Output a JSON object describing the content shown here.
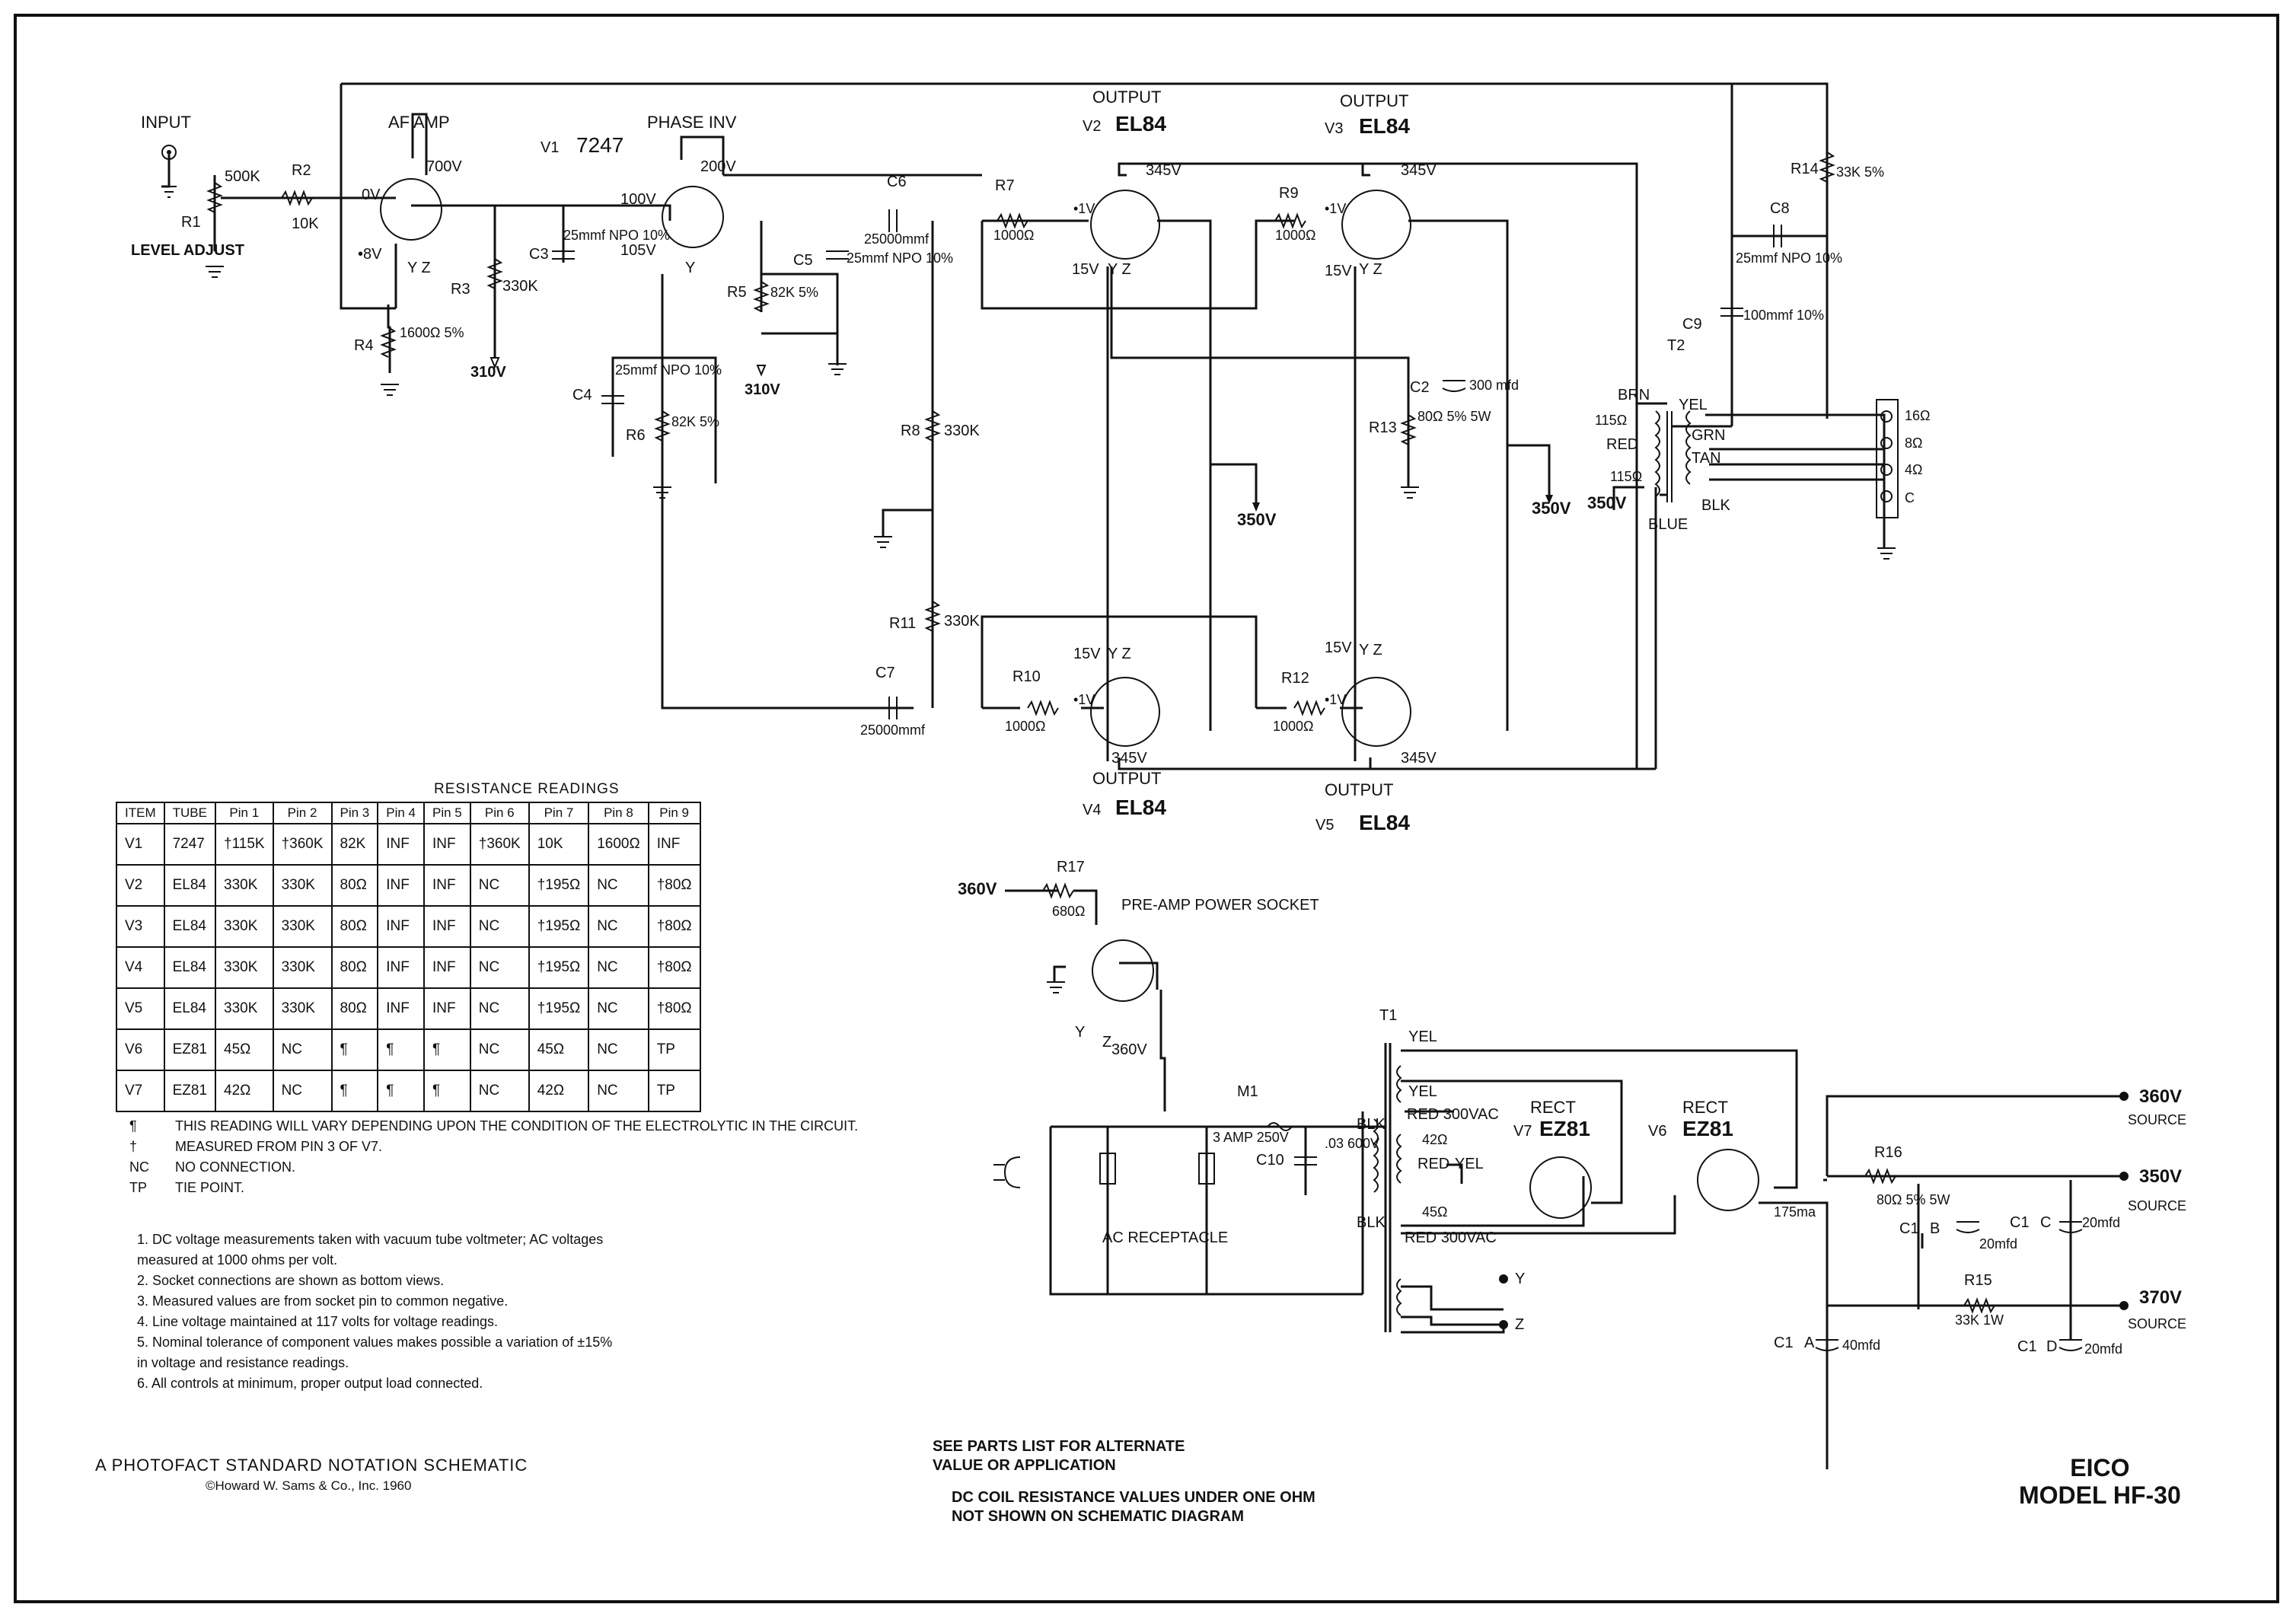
{
  "labels": {
    "input": "INPUT",
    "af_amp": "AF AMP",
    "phase_inv": "PHASE INV",
    "v1_tube": "7247",
    "v1": "V1",
    "r1": "R1",
    "r1_val": "500K",
    "level_adjust": "LEVEL ADJUST",
    "r2": "R2",
    "r2_val": "10K",
    "r3": "R3",
    "r3_val": "330K",
    "r4": "R4",
    "r4_val": "1600Ω 5%",
    "c3": "C3",
    "c3_val": "25mmf NPO 10%",
    "c4": "C4",
    "c4_val": "25mmf NPO 10%",
    "r6": "R6",
    "r6_val": "82K 5%",
    "r5": "R5",
    "r5_val": "82K 5%",
    "c5": "C5",
    "c5_val": "25mmf NPO 10%",
    "c6": "C6",
    "c6_val": "25000mmf",
    "c7": "C7",
    "c7_val": "25000mmf",
    "r7": "R7",
    "r7_val": "1000Ω",
    "r8": "R8",
    "r8_val": "330K",
    "r9": "R9",
    "r9_val": "1000Ω",
    "r10": "R10",
    "r10_val": "1000Ω",
    "r11": "R11",
    "r11_val": "330K",
    "r12": "R12",
    "r12_val": "1000Ω",
    "r13": "R13",
    "r13_val": "80Ω 5% 5W",
    "c2": "C2",
    "c2_val": "300 mfd",
    "r14": "R14",
    "r14_val": "33K 5%",
    "c8": "C8",
    "c8_val": "25mmf NPO 10%",
    "c9": "C9",
    "c9_val": "100mmf 10%",
    "t2": "T2",
    "output": "OUTPUT",
    "el84": "EL84",
    "v2": "V2",
    "v3": "V3",
    "v4": "V4",
    "v5": "V5",
    "v_700": "700V",
    "v_0": "0V",
    "v_8": "•8V",
    "v_200": "200V",
    "v_100": "100V",
    "v_105": "105V",
    "v_310a": "310V",
    "v_310b": "310V",
    "v_345": "345V",
    "v_15": "15V",
    "v_1": "•1V",
    "v_350a": "350V",
    "v_350b": "350V",
    "v_350c": "350V",
    "brn": "BRN",
    "yel": "YEL",
    "red": "RED",
    "grn": "GRN",
    "tan": "TAN",
    "blue": "BLUE",
    "blk": "BLK",
    "ohm115a": "115Ω",
    "ohm115b": "115Ω",
    "out16": "16Ω",
    "out8": "8Ω",
    "out4": "4Ω",
    "outc": "C",
    "r17": "R17",
    "r17_val": "680Ω",
    "v_360": "360V",
    "preamp_socket": "PRE-AMP POWER SOCKET",
    "m1": "M1",
    "fuse": "3 AMP 250V",
    "c10": "C10",
    "c10_val": ".03 600V",
    "ac_receptacle": "AC RECEPTACLE",
    "t1": "T1",
    "red_300vac": "RED 300VAC",
    "red_yel": "RED-YEL",
    "ohm42": "42Ω",
    "ohm45": "45Ω",
    "rect": "RECT",
    "ez81": "EZ81",
    "v6": "V6",
    "v7": "V7",
    "r15": "R15",
    "r15_val": "33K 1W",
    "r16": "R16",
    "r16_val": "80Ω 5% 5W",
    "c1": "C1",
    "c1_a": "A",
    "c1_b": "B",
    "c1_c": "C",
    "c1_d": "D",
    "mfd40": "40mfd",
    "mfd20": "20mfd",
    "ma175": "175ma",
    "src360": "360V",
    "src350": "350V",
    "src370": "370V",
    "source": "SOURCE",
    "y": "Y",
    "z": "Z",
    "yz": "Y Z"
  },
  "table": {
    "title": "RESISTANCE READINGS",
    "headers": [
      "ITEM",
      "TUBE",
      "Pin 1",
      "Pin 2",
      "Pin 3",
      "Pin 4",
      "Pin 5",
      "Pin 6",
      "Pin 7",
      "Pin 8",
      "Pin 9"
    ],
    "rows": [
      [
        "V1",
        "7247",
        "†115K",
        "†360K",
        "82K",
        "INF",
        "INF",
        "†360K",
        "10K",
        "1600Ω",
        "INF"
      ],
      [
        "V2",
        "EL84",
        "330K",
        "330K",
        "80Ω",
        "INF",
        "INF",
        "NC",
        "†195Ω",
        "NC",
        "†80Ω"
      ],
      [
        "V3",
        "EL84",
        "330K",
        "330K",
        "80Ω",
        "INF",
        "INF",
        "NC",
        "†195Ω",
        "NC",
        "†80Ω"
      ],
      [
        "V4",
        "EL84",
        "330K",
        "330K",
        "80Ω",
        "INF",
        "INF",
        "NC",
        "†195Ω",
        "NC",
        "†80Ω"
      ],
      [
        "V5",
        "EL84",
        "330K",
        "330K",
        "80Ω",
        "INF",
        "INF",
        "NC",
        "†195Ω",
        "NC",
        "†80Ω"
      ],
      [
        "V6",
        "EZ81",
        "45Ω",
        "NC",
        "¶",
        "¶",
        "¶",
        "NC",
        "45Ω",
        "NC",
        "TP"
      ],
      [
        "V7",
        "EZ81",
        "42Ω",
        "NC",
        "¶",
        "¶",
        "¶",
        "NC",
        "42Ω",
        "NC",
        "TP"
      ]
    ]
  },
  "legend": [
    {
      "sym": "¶",
      "text": "THIS READING WILL VARY DEPENDING UPON THE CONDITION OF THE ELECTROLYTIC IN THE CIRCUIT."
    },
    {
      "sym": "†",
      "text": "MEASURED FROM PIN 3 OF V7."
    },
    {
      "sym": "NC",
      "text": "NO CONNECTION."
    },
    {
      "sym": "TP",
      "text": "TIE POINT."
    }
  ],
  "notes": [
    "1.  DC voltage measurements taken with vacuum tube voltmeter; AC voltages measured at 1000 ohms per volt.",
    "2.  Socket connections are shown as bottom views.",
    "3.  Measured values are from socket pin to common negative.",
    "4.  Line voltage maintained at 117 volts for voltage readings.",
    "5.  Nominal tolerance of component values makes possible a variation of ±15% in voltage and resistance readings.",
    "6.  All controls at minimum, proper output load connected."
  ],
  "footer": {
    "left1": "A PHOTOFACT STANDARD NOTATION SCHEMATIC",
    "left2": "©Howard W. Sams & Co., Inc. 1960",
    "mid1": "SEE PARTS LIST FOR ALTERNATE",
    "mid1b": "VALUE OR APPLICATION",
    "mid2": "DC COIL RESISTANCE VALUES UNDER ONE OHM",
    "mid2b": "NOT SHOWN ON SCHEMATIC DIAGRAM",
    "brand": "EICO",
    "model": "MODEL HF-30"
  }
}
